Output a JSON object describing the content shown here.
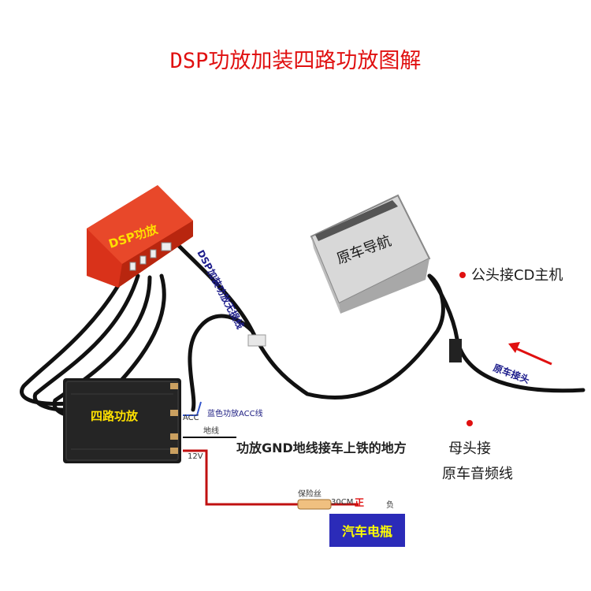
{
  "title": "DSP功放加装四路功放图解",
  "dsp_box": {
    "label": "DSP功放",
    "color": "#e03a1c"
  },
  "amp_box": {
    "label": "四路功放"
  },
  "head_unit": {
    "label": "原车导航"
  },
  "labels": {
    "dsp_cable": "DSP加装功放无损线",
    "acc": "ACC",
    "acc_wire": "蓝色功放ACC线",
    "ground": "地线",
    "ground_note": "功放GND地线接车上铁的地方",
    "v12": "12V",
    "fuse": "保险丝",
    "length": "30CM",
    "positive": "正",
    "negative": "负",
    "male_plug": "公头接CD主机",
    "orig_plug": "原车接头",
    "female_line1": "母头接",
    "female_line2": "原车音频线"
  },
  "battery": {
    "label": "汽车电瓶",
    "color": "#2b2bb8"
  },
  "colors": {
    "title": "#e01010",
    "accent_red": "#e01010",
    "wire": "#111111",
    "power_wire": "#c01010"
  }
}
